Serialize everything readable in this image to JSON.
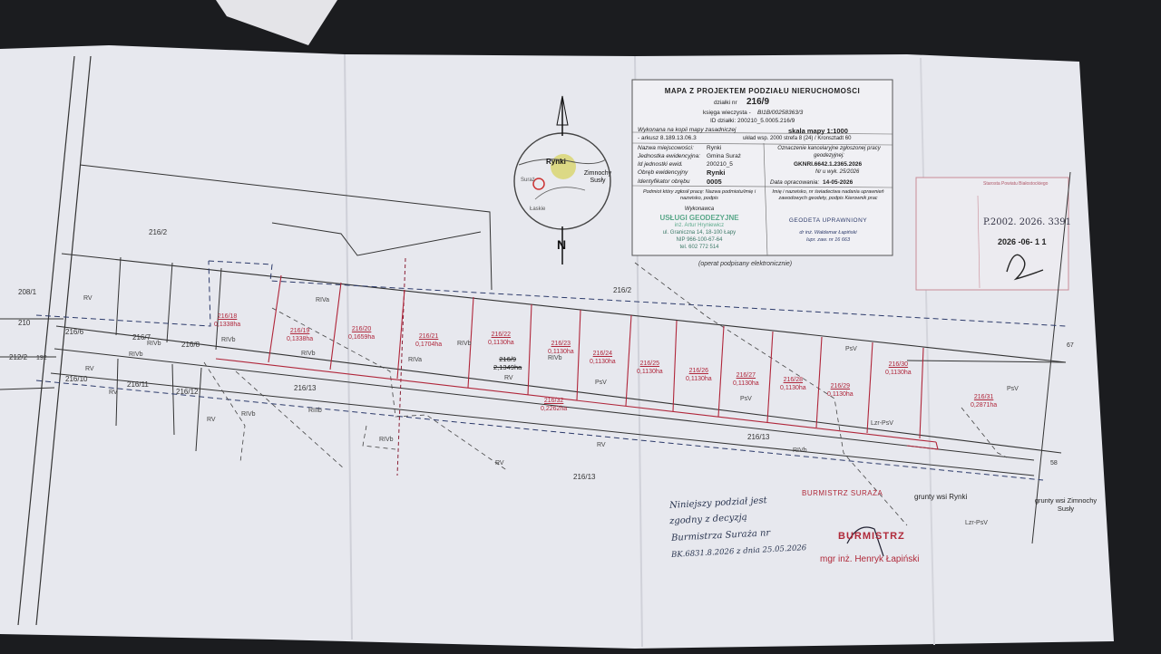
{
  "title_block": {
    "title": "MAPA Z PROJEKTEM PODZIAŁU NIERUCHOMOŚCI",
    "dzialki_label": "działki nr",
    "dzialki_value": "216/9",
    "ksiega_label": "księga wieczysta -",
    "ksiega_value": "BI1B/00258363/3",
    "id_dzialki": "ID działki: 200210_5.0005.216/9",
    "wykonana": "Wykonana na kopii mapy zasadniczej",
    "arkusz": "- arkusz 8.189.13.06.3",
    "skala": "skala mapy 1:1000",
    "uklad": "układ wsp. 2000 strefa 8 (24) / Kronsztadt 60",
    "rows": [
      {
        "label": "Nazwa miejscowości:",
        "value": "Rynki"
      },
      {
        "label": "Jednostka ewidencyjna:",
        "value": "Gmina Suraż"
      },
      {
        "label": "Id jednostki ewid.",
        "value": "200210_5"
      },
      {
        "label": "Obręb ewidencyjny",
        "value": "Rynki"
      },
      {
        "label": "Identyfikator obrębu",
        "value": "0005"
      }
    ],
    "kancelaryjne_label": "Oznaczenie kancelaryjne zgłoszonej pracy geodezyjnej:",
    "kancelaryjne_value": "GKNRI.6642.1.2365.2026",
    "wykaz": "Nr u wyk. 25/2026",
    "data_label": "Data opracowania:",
    "data_value": "14-05-2026",
    "podmiot": "Podmiot który zgłosił pracę: Nazwa podmiotu/imię i nazwisko, podpis",
    "imie": "Imię i nazwisko, nr świadectwa nadania uprawnień zawodowych geodety, podpis Kierownik prac",
    "wykonawca": "Wykonawca",
    "firm_name": "USŁUGI GEODEZYJNE",
    "firm_person": "inż. Artur Hryniewicz",
    "firm_address": "ul. Graniczna 14, 18-100 Łapy",
    "firm_nip": "NIP 966-100-67-64",
    "firm_tel": "tel. 602 772 514",
    "geodeta_stamp": "GEODETA UPRAWNIONY",
    "geodeta_name": "dr inż. Waldemar Łapiński",
    "geodeta_nr": "Iupr. zaw. nr 16 663",
    "operat": "(operat podpisany elektronicznie)"
  },
  "right_stamp": {
    "header": "Starosta Powiatu Białostockiego",
    "p_number": "P.2002. 2026. 3391",
    "date": "2026 -06- 1 1"
  },
  "location_inset": {
    "labels": [
      "Rynki",
      "Zimnochy Susły",
      "Suraż",
      "Łaskie"
    ]
  },
  "north_arrow": {
    "label": "N"
  },
  "map": {
    "plot_labels": [
      {
        "num": "216/18",
        "area": "0,1338ha"
      },
      {
        "num": "216/19",
        "area": "0,1338ha"
      },
      {
        "num": "216/20",
        "area": "0,1659ha"
      },
      {
        "num": "216/21",
        "area": "0,1704ha"
      },
      {
        "num": "216/22",
        "area": "0,1130ha"
      },
      {
        "num": "216/23",
        "area": "0,1130ha"
      },
      {
        "num": "216/24",
        "area": "0,1130ha"
      },
      {
        "num": "216/25",
        "area": "0,1130ha"
      },
      {
        "num": "216/26",
        "area": "0,1130ha"
      },
      {
        "num": "216/27",
        "area": "0,1130ha"
      },
      {
        "num": "216/28",
        "area": "0,1130ha"
      },
      {
        "num": "216/29",
        "area": "0,1130ha"
      },
      {
        "num": "216/30",
        "area": "0,1130ha"
      },
      {
        "num": "216/31",
        "area": "0,2871ha"
      },
      {
        "num": "216/32",
        "area": "0,2262ha"
      },
      {
        "num": "216/9",
        "area": "2,1349ha"
      }
    ],
    "parcel_labels": [
      "216/2",
      "216/2",
      "208/1",
      "210",
      "212/2",
      "192",
      "216/6",
      "216/7",
      "216/8",
      "216/10",
      "216/11",
      "216/12",
      "216/13",
      "216/13",
      "216/13",
      "67",
      "58"
    ],
    "land_use": [
      "RV",
      "RIVb",
      "RIVb",
      "RIVa",
      "RIVb",
      "RIVb",
      "RIVa",
      "RIVb",
      "RV",
      "PsV",
      "PsV",
      "PsV",
      "PsV",
      "Lzr-PsV",
      "RV",
      "RIVb",
      "RIIIb",
      "RIVb",
      "RIVb",
      "RV",
      "RV",
      "RV",
      "Lzr-PsV",
      "RIVb",
      "RV"
    ],
    "grunty_rynki": "grunty wsi Rynki",
    "grunty_zimnochy": "grunty wsi Zimnochy Susły"
  },
  "burmistrz_stamp": {
    "small": "BURMISTRZ SURAŻA",
    "large": "BURMISTRZ",
    "name": "mgr inż. Henryk Łapiński"
  },
  "handwriting": {
    "lines": [
      "Niniejszy podział jest",
      "zgodny z decyzją",
      "Burmistrza Suraża nr",
      "BK.6831.8.2026 z dnia 25.05.2026"
    ]
  }
}
